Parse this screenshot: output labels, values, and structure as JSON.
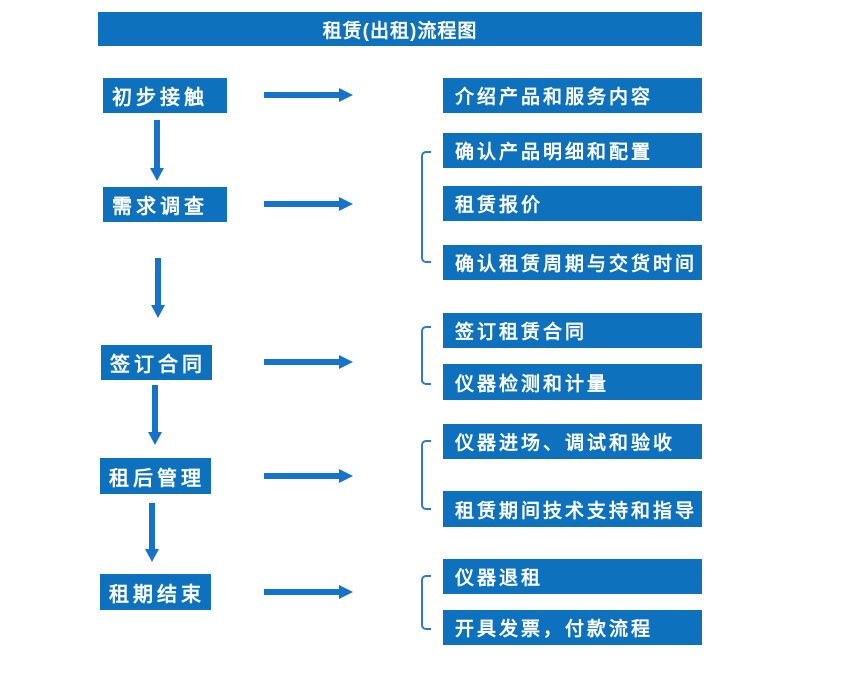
{
  "title": "租赁(出租)流程图",
  "stages": [
    {
      "label": "初步接触"
    },
    {
      "label": "需求调查"
    },
    {
      "label": "签订合同"
    },
    {
      "label": "租后管理"
    },
    {
      "label": "租期结束"
    }
  ],
  "details": [
    {
      "label": "介绍产品和服务内容"
    },
    {
      "label": "确认产品明细和配置"
    },
    {
      "label": "租赁报价"
    },
    {
      "label": "确认租赁周期与交货时间"
    },
    {
      "label": "签订租赁合同"
    },
    {
      "label": "仪器检测和计量"
    },
    {
      "label": "仪器进场、调试和验收"
    },
    {
      "label": "租赁期间技术支持和指导"
    },
    {
      "label": "仪器退租"
    },
    {
      "label": "开具发票，付款流程"
    }
  ],
  "connectors": {
    "down_arrow_count": 4,
    "right_arrow_count": 5,
    "group_bracket_count": 4
  },
  "colors": {
    "box_blue": "#0E71BE",
    "arrow_blue": "#1673C9",
    "bracket_blue": "#2E7BC4",
    "text_white": "#FFFFFF",
    "background": "#FFFFFF"
  }
}
